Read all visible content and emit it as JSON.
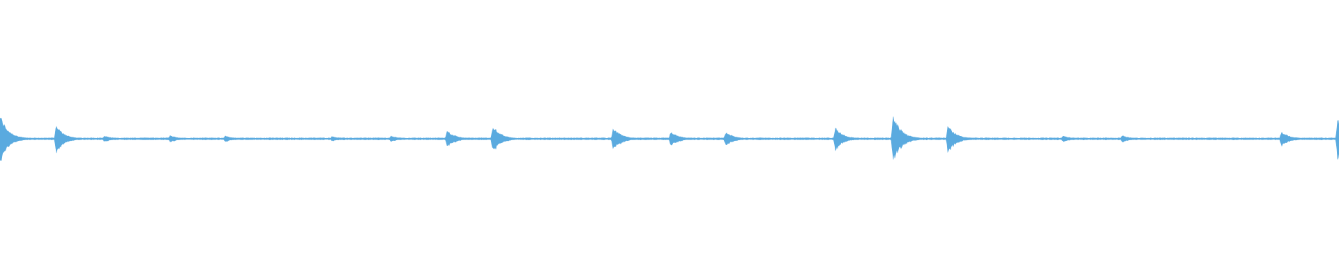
{
  "waveform": {
    "color": "#5aaadf",
    "background": "#ffffff",
    "baseline_amplitude": 0.03,
    "transients": [
      {
        "t": 0.0,
        "amp": 1.0
      },
      {
        "t": 0.042,
        "amp": 0.55
      },
      {
        "t": 0.078,
        "amp": 0.12
      },
      {
        "t": 0.127,
        "amp": 0.14
      },
      {
        "t": 0.168,
        "amp": 0.12
      },
      {
        "t": 0.248,
        "amp": 0.1
      },
      {
        "t": 0.292,
        "amp": 0.12
      },
      {
        "t": 0.334,
        "amp": 0.35
      },
      {
        "t": 0.368,
        "amp": 0.55
      },
      {
        "t": 0.458,
        "amp": 0.45
      },
      {
        "t": 0.501,
        "amp": 0.3
      },
      {
        "t": 0.542,
        "amp": 0.28
      },
      {
        "t": 0.624,
        "amp": 0.45
      },
      {
        "t": 0.667,
        "amp": 1.0
      },
      {
        "t": 0.708,
        "amp": 0.55
      },
      {
        "t": 0.794,
        "amp": 0.12
      },
      {
        "t": 0.838,
        "amp": 0.14
      },
      {
        "t": 0.957,
        "amp": 0.3
      },
      {
        "t": 0.999,
        "amp": 0.85
      }
    ]
  }
}
